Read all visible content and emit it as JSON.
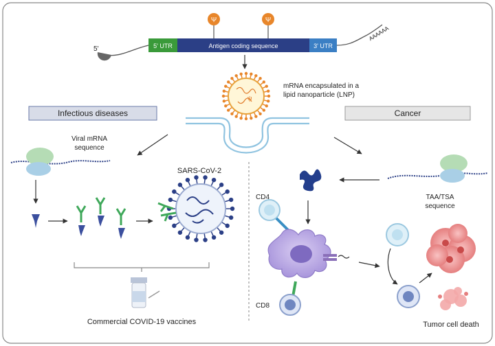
{
  "mrna": {
    "five_prime": "5'",
    "utr5": "5' UTR",
    "coding": "Antigen coding sequence",
    "utr3": "3' UTR",
    "polya": "AAAAAA",
    "psi": "Ψ"
  },
  "lnp_label_line1": "mRNA encapsulated in a",
  "lnp_label_line2": "lipid nanoparticle (LNP)",
  "infectious": {
    "header": "Infectious diseases",
    "viral_line1": "Viral mRNA",
    "viral_line2": "sequence",
    "virus": "SARS-CoV-2",
    "vaccines": "Commercial COVID-19 vaccines"
  },
  "cancer": {
    "header": "Cancer",
    "taa_line1": "TAA/TSA",
    "taa_line2": "sequence",
    "cd4": "CD4",
    "cd8": "CD8",
    "death": "Tumor cell death"
  },
  "colors": {
    "utr5": "#3a9a3a",
    "coding": "#2b3f86",
    "utr3": "#3b7fc4",
    "psi": "#e8862a",
    "header_bg": "#d8dce8",
    "cancer_bg": "#e6e6e6"
  }
}
